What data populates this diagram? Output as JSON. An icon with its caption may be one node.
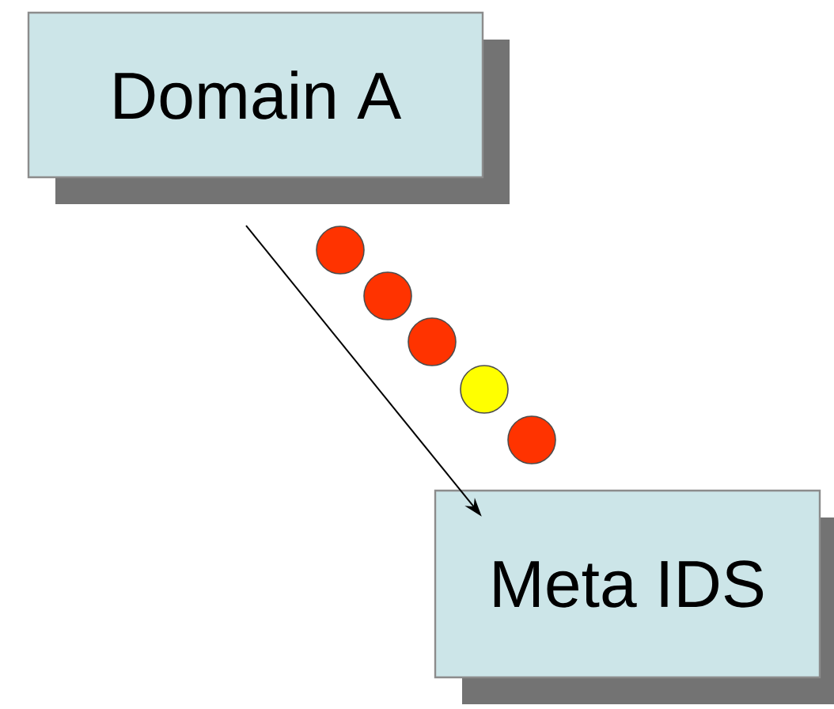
{
  "diagram": {
    "nodes": [
      {
        "text": [
          "Domain A"
        ]
      },
      {
        "text": [
          "Meta IDS"
        ]
      }
    ],
    "edges": [
      {
        "from": 0,
        "to": 1,
        "arrow": "to"
      }
    ]
  }
}
